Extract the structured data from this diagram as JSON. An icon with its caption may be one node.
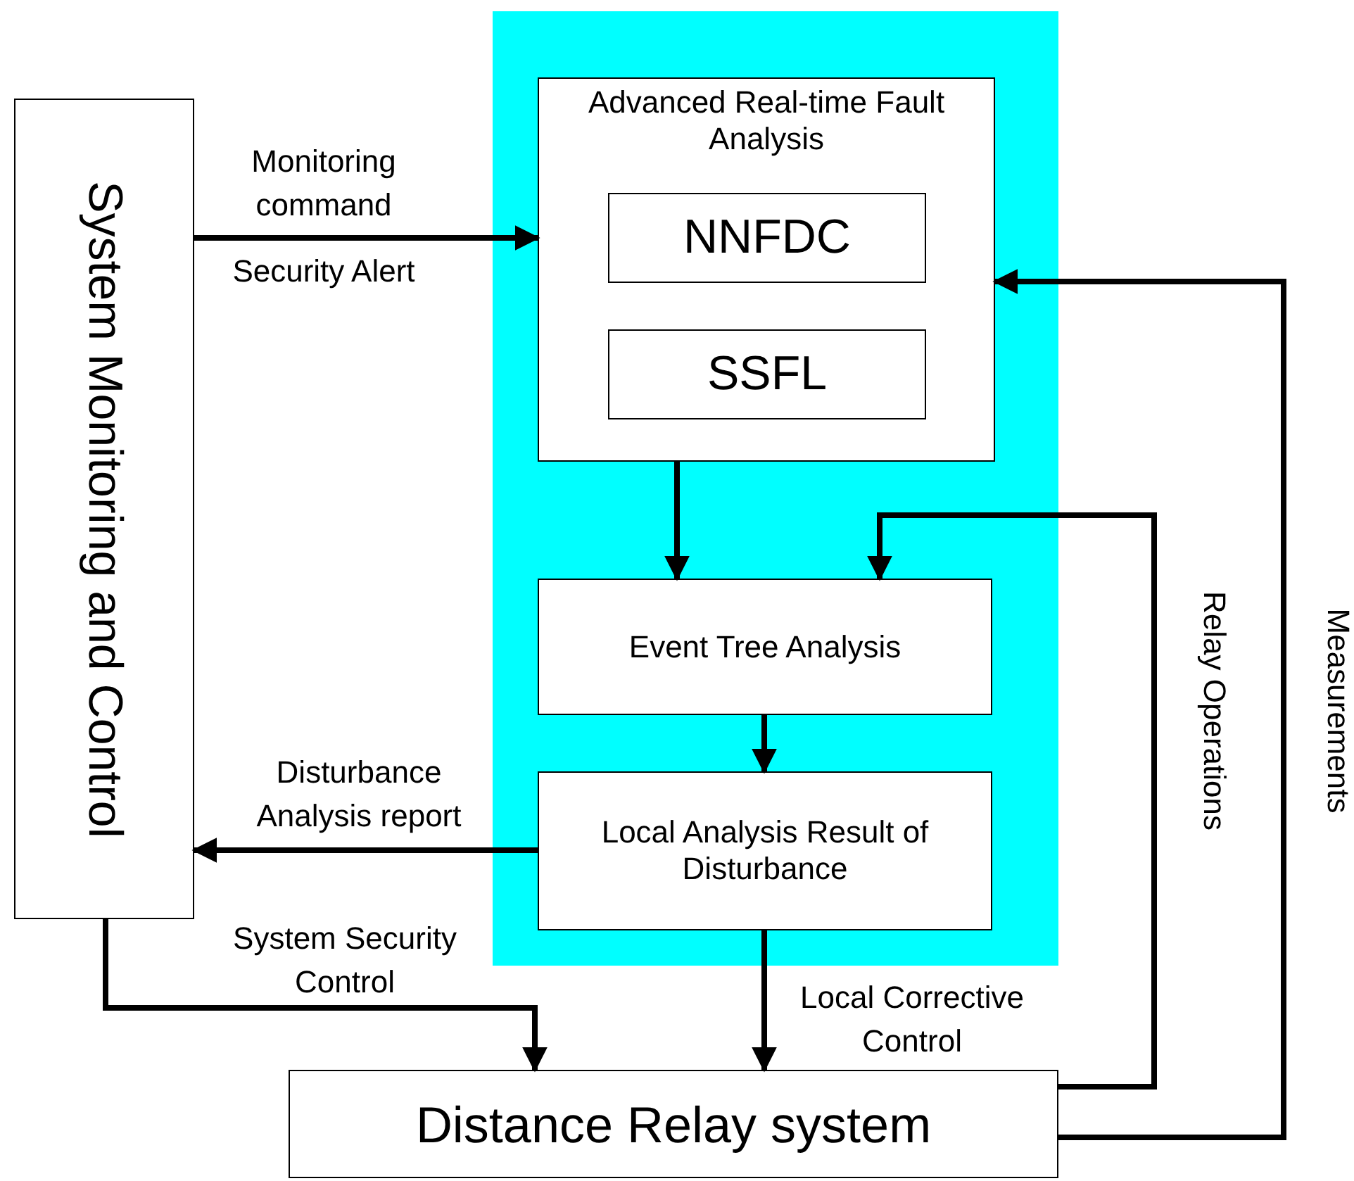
{
  "diagram": {
    "nodes": [
      {
        "text": [
          "System Monitoring and Control"
        ]
      },
      {
        "text": [],
        "shape": "box"
      },
      {
        "text": [
          "Advanced Real-time Fault Analysis"
        ],
        "in": 1
      },
      {
        "text": [
          "NNFDC"
        ],
        "in": 2
      },
      {
        "text": [
          "SSFL"
        ],
        "in": 2
      },
      {
        "text": [
          "Event Tree Analysis"
        ],
        "in": 1
      },
      {
        "text": [
          "Local Analysis Result of Disturbance"
        ],
        "in": 1
      },
      {
        "text": [
          "Distance Relay system"
        ]
      }
    ],
    "edges": [
      {
        "from": 0,
        "to": 2,
        "arrow": "to",
        "label": "Monitoring command"
      },
      {
        "from": 2,
        "to": 5,
        "arrow": "to"
      },
      {
        "from": 5,
        "to": 6,
        "arrow": "to"
      },
      {
        "from": 6,
        "to": 0,
        "arrow": "to",
        "label": "Disturbance Analysis report"
      },
      {
        "from": 0,
        "to": 7,
        "arrow": "to",
        "label": "System Security Control"
      },
      {
        "from": 6,
        "to": 7,
        "arrow": "to",
        "label": "Local Corrective Control"
      },
      {
        "from": 7,
        "to": 5,
        "arrow": "to",
        "label": "Relay Operations"
      },
      {
        "from": 7,
        "to": 2,
        "arrow": "to",
        "label": "Measurements"
      }
    ],
    "labels": [
      "Security Alert"
    ]
  }
}
